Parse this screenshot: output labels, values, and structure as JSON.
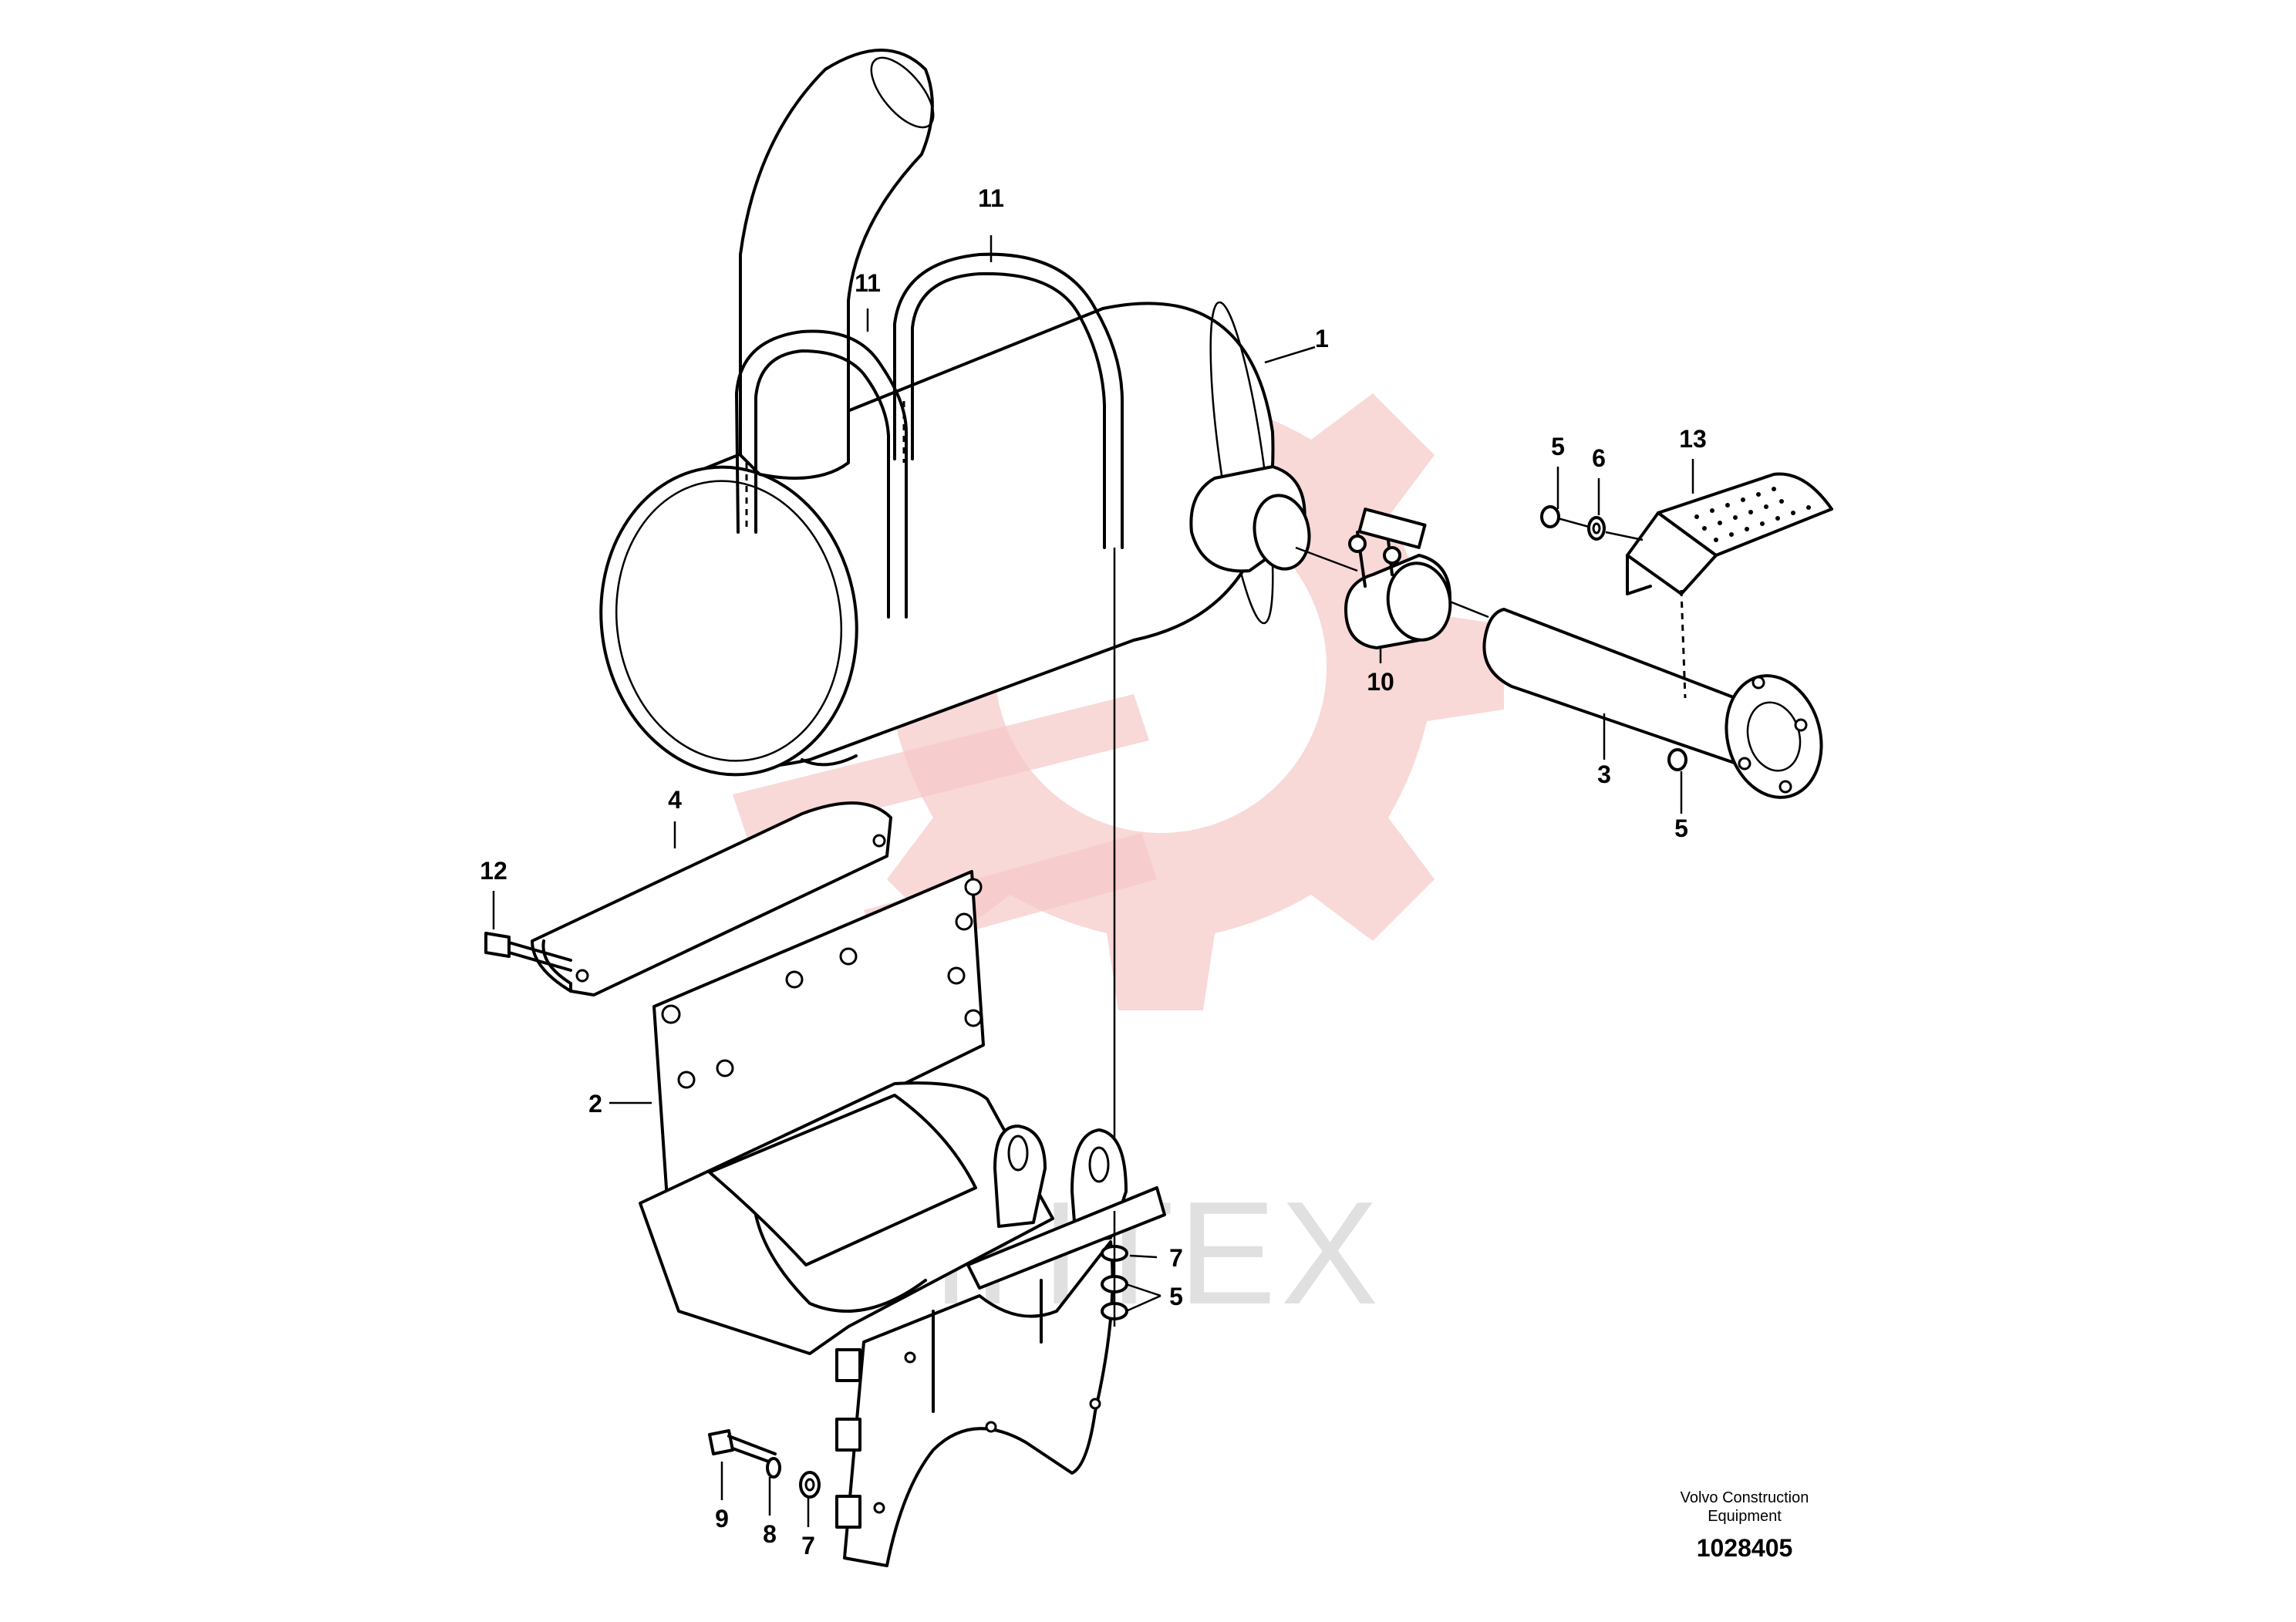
{
  "diagram": {
    "watermark_text": "ИНТЕХ",
    "publisher_line_1": "Volvo Construction",
    "publisher_line_2": "Equipment",
    "drawing_number": "1028405",
    "callouts": [
      {
        "id": "c-11a",
        "label": "11"
      },
      {
        "id": "c-11b",
        "label": "11"
      },
      {
        "id": "c-1",
        "label": "1"
      },
      {
        "id": "c-5a",
        "label": "5"
      },
      {
        "id": "c-6",
        "label": "6"
      },
      {
        "id": "c-13",
        "label": "13"
      },
      {
        "id": "c-10",
        "label": "10"
      },
      {
        "id": "c-3",
        "label": "3"
      },
      {
        "id": "c-5b",
        "label": "5"
      },
      {
        "id": "c-4",
        "label": "4"
      },
      {
        "id": "c-12",
        "label": "12"
      },
      {
        "id": "c-2",
        "label": "2"
      },
      {
        "id": "c-7a",
        "label": "7"
      },
      {
        "id": "c-5c",
        "label": "5"
      },
      {
        "id": "c-9",
        "label": "9"
      },
      {
        "id": "c-8",
        "label": "8"
      },
      {
        "id": "c-7b",
        "label": "7"
      }
    ]
  },
  "colors": {
    "line": "#000000",
    "watermark_gear": "#f6c8c8",
    "watermark_text": "#d6d6d6",
    "background": "#ffffff"
  }
}
